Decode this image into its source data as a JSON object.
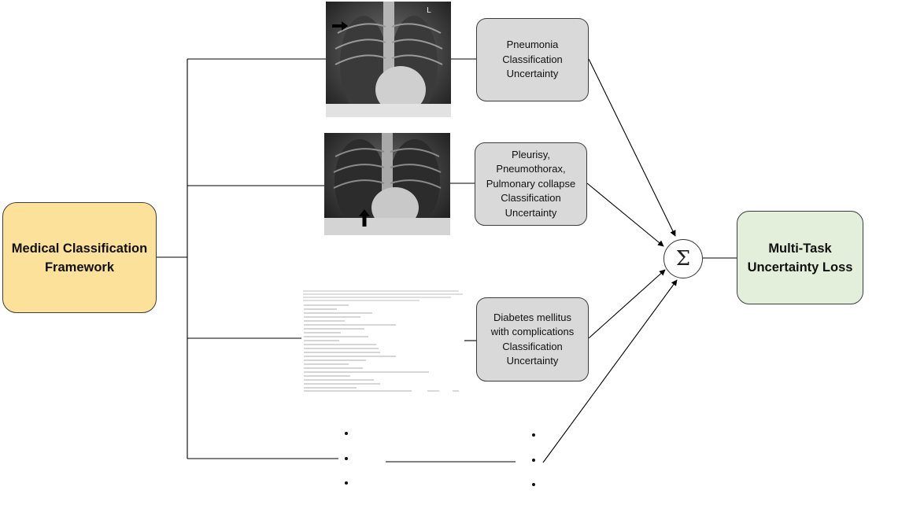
{
  "diagram": {
    "framework_label": "Medical Classification\nFramework",
    "tasks": [
      {
        "label": "Pneumonia\nClassification\nUncertainty"
      },
      {
        "label": "Pleurisy,\nPneumothorax,\nPulmonary collapse\nClassification\nUncertainty"
      },
      {
        "label": "Diabetes mellitus\nwith complications\nClassification\nUncertainty"
      }
    ],
    "aggregator_symbol": "Σ",
    "loss_label": "Multi-Task\nUncertainty Loss",
    "inputs": [
      {
        "kind": "chest-xray",
        "marker": "right-arrow"
      },
      {
        "kind": "chest-xray",
        "marker": "up-arrow"
      },
      {
        "kind": "ehr-record-table"
      }
    ],
    "colors": {
      "framework_fill": "#fbe19a",
      "task_fill": "#d9d9d9",
      "loss_fill": "#e4efdb",
      "line": "#000000"
    }
  }
}
